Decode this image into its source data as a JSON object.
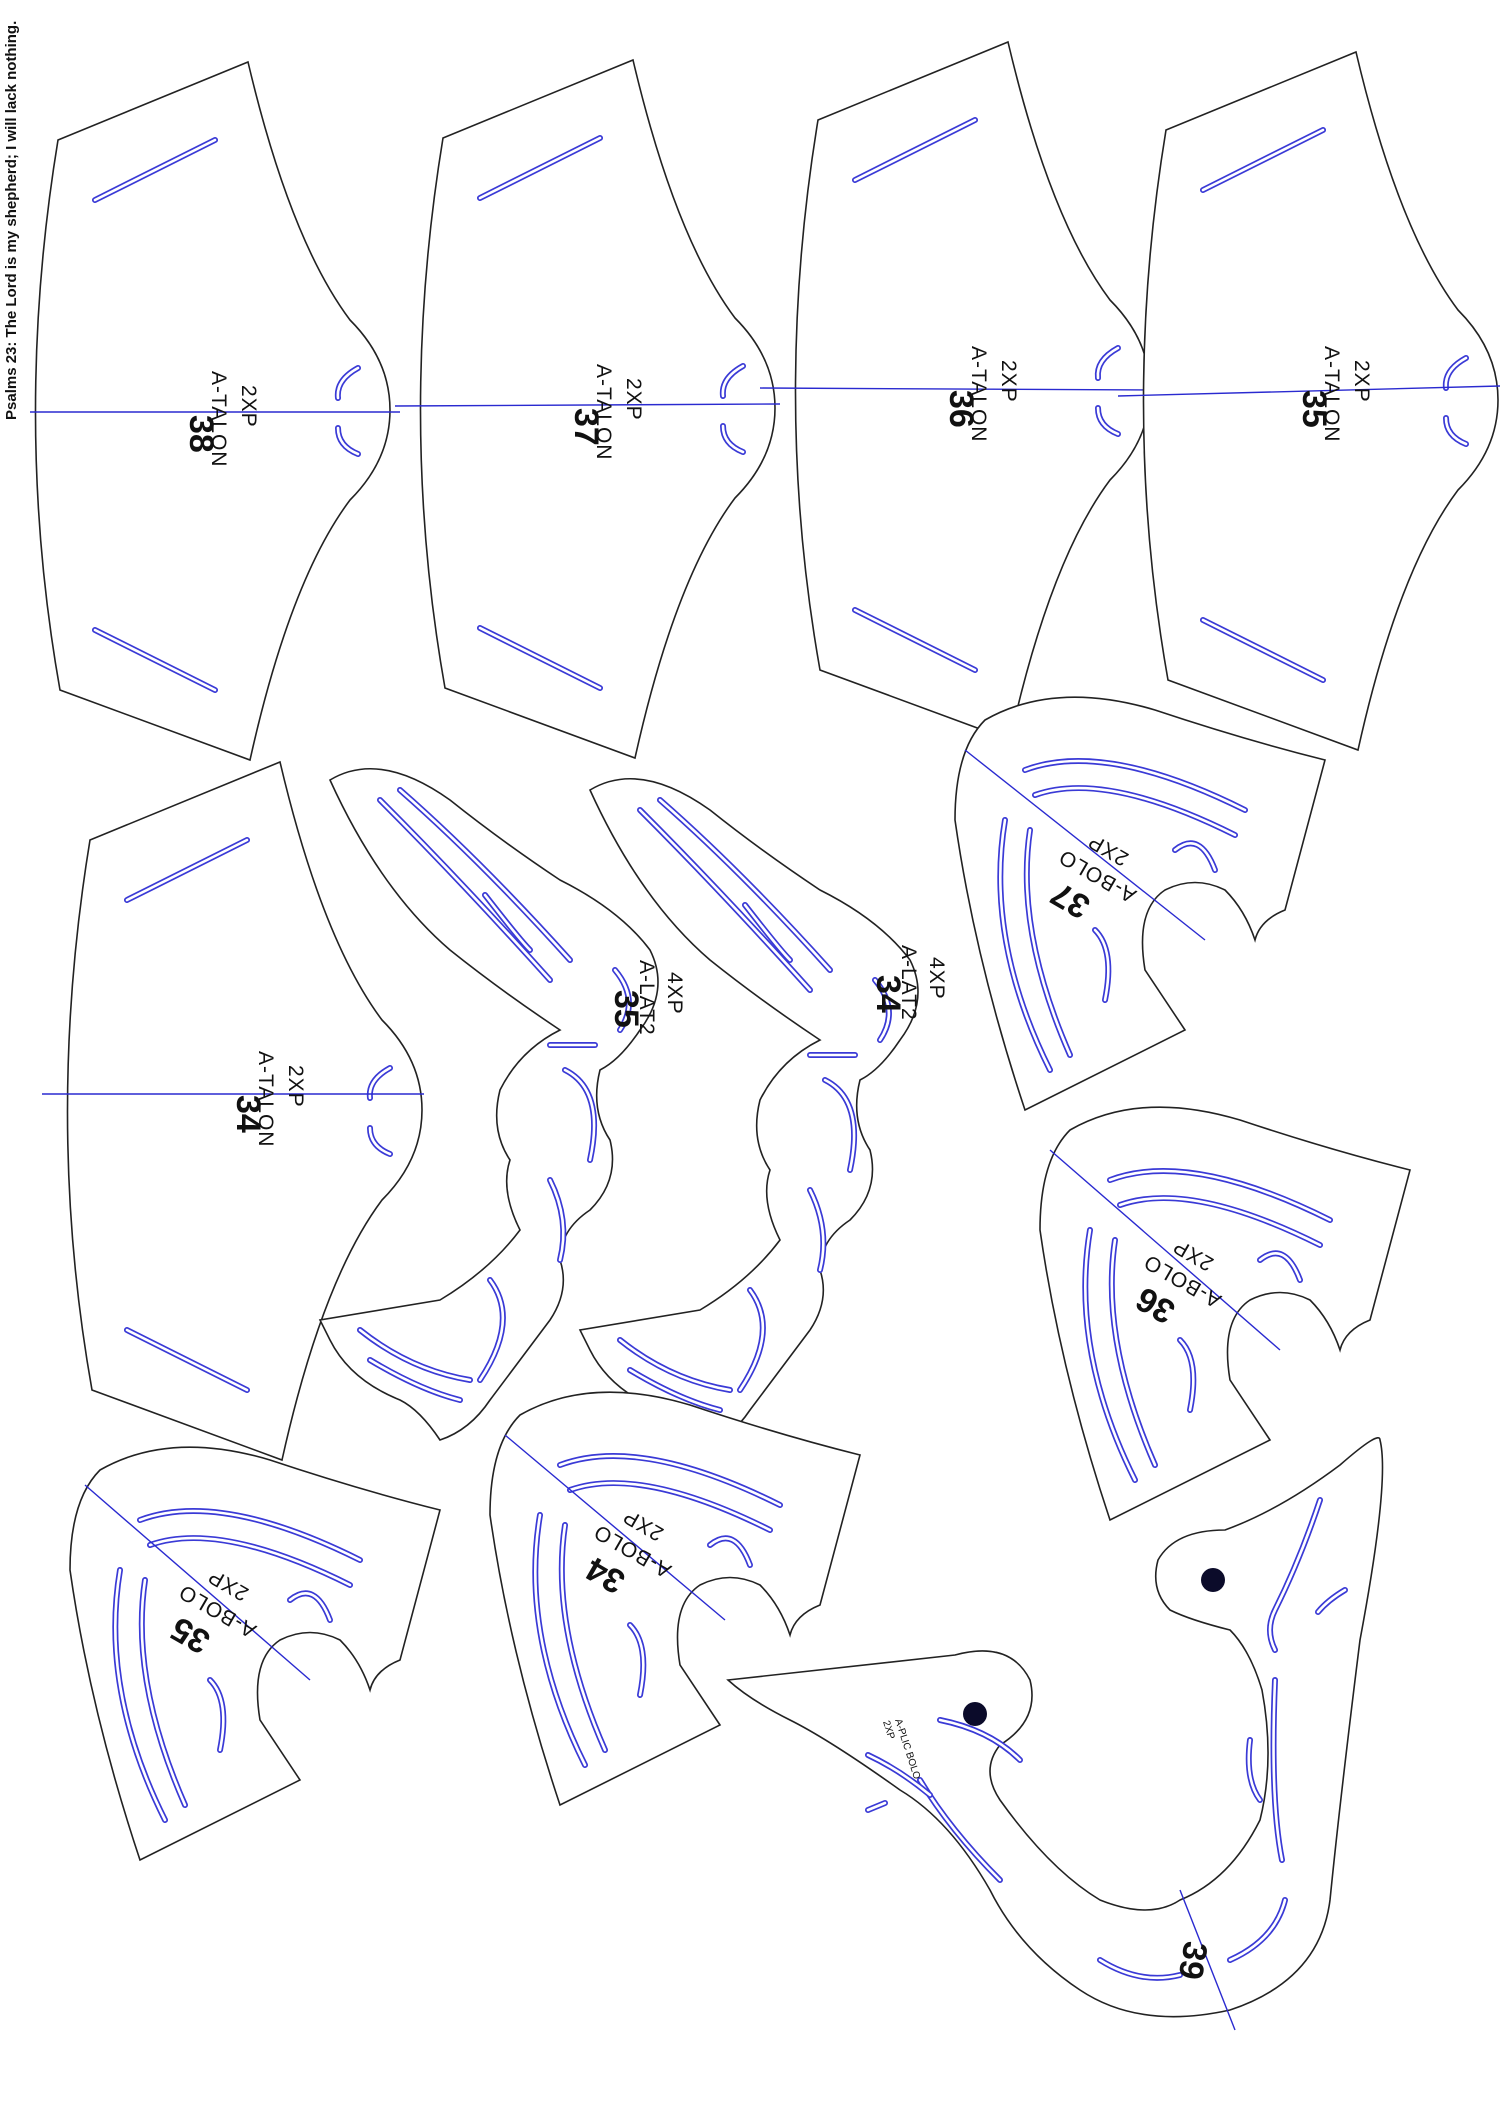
{
  "verse": "Psalms 23: The Lord is my shepherd; I will lack nothing.",
  "colors": {
    "outline": "#222222",
    "slot": "#3a3ad6",
    "axis": "#2a2ad0",
    "hole": "#0b0b2a"
  },
  "pieces": [
    {
      "number": "38",
      "name": "A-TALON",
      "qty": "2XP"
    },
    {
      "number": "37",
      "name": "A-TALON",
      "qty": "2XP"
    },
    {
      "number": "36",
      "name": "A-TALON",
      "qty": "2XP"
    },
    {
      "number": "35",
      "name": "A-TALON",
      "qty": "2XP"
    },
    {
      "number": "34",
      "name": "A-TALON",
      "qty": "2XP"
    },
    {
      "number": "35",
      "name": "A-LAT2",
      "qty": "4XP"
    },
    {
      "number": "34",
      "name": "A-LAT2",
      "qty": "4XP"
    },
    {
      "number": "37",
      "name": "A-BOLO",
      "qty": "2XP"
    },
    {
      "number": "36",
      "name": "A-BOLO",
      "qty": "2XP"
    },
    {
      "number": "35",
      "name": "A-BOLO",
      "qty": "2XP"
    },
    {
      "number": "34",
      "name": "A-BOLO",
      "qty": "2XP"
    },
    {
      "number": "39",
      "name": "A-PLIC BOLO",
      "qty": "2XP"
    }
  ]
}
